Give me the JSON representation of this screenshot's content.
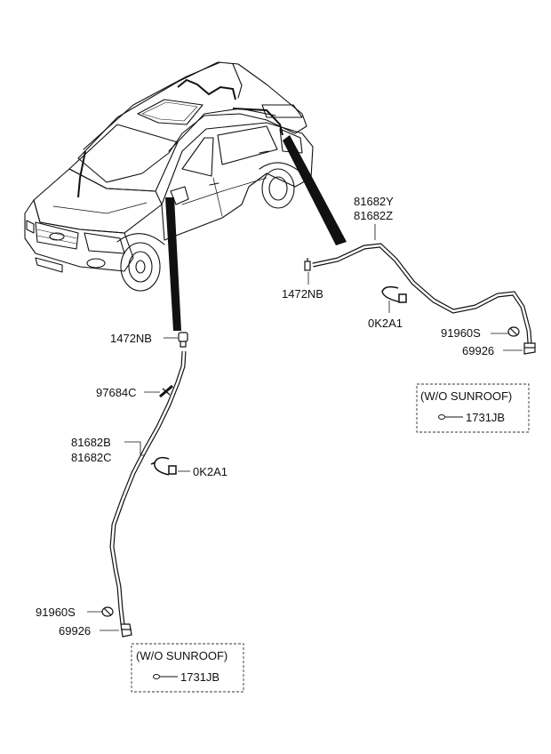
{
  "parts": {
    "left": {
      "clip_top": "1472NB",
      "fastener": "97684C",
      "hose_a": "81682B",
      "hose_b": "81682C",
      "clamp": "0K2A1",
      "grommet": "91960S",
      "connector": "69926",
      "note_title": "(W/O SUNROOF)",
      "note_part": "1731JB"
    },
    "right": {
      "hose_a": "81682Y",
      "hose_b": "81682Z",
      "clip_top": "1472NB",
      "clamp": "0K2A1",
      "grommet": "91960S",
      "connector": "69926",
      "note_title": "(W/O SUNROOF)",
      "note_part": "1731JB"
    }
  },
  "colors": {
    "line": "#111111",
    "background": "#ffffff"
  }
}
